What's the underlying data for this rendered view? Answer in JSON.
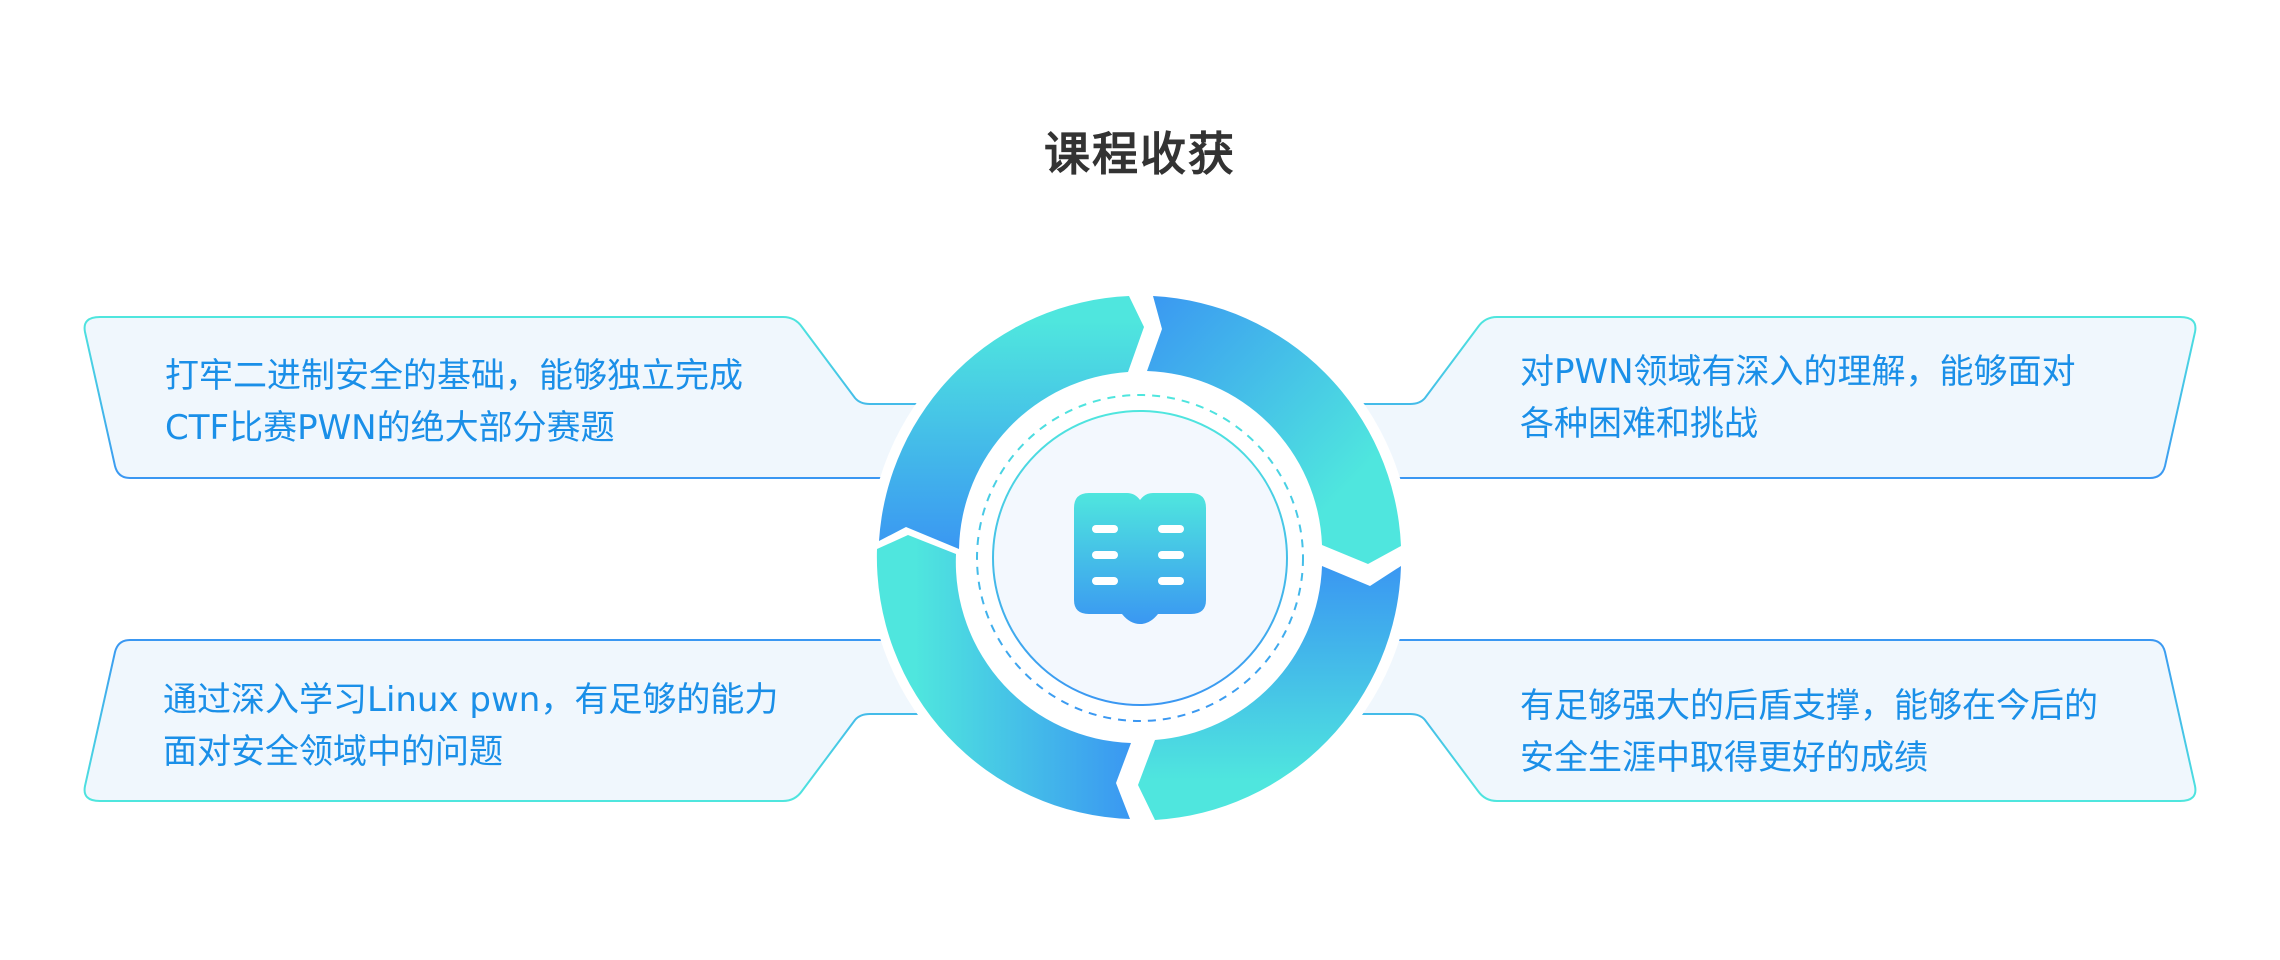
{
  "title": "课程收获",
  "center_icon": "open-book-icon",
  "colors": {
    "cyan": "#4fe6de",
    "blue": "#3a97f2",
    "text": "#1a8fe8",
    "title": "#333333",
    "card_fill": "#f0f7fd"
  },
  "cards": [
    {
      "position": "top-left",
      "lines": [
        "打牢二进制安全的基础，能够独立完成",
        "CTF比赛PWN的绝大部分赛题"
      ]
    },
    {
      "position": "top-right",
      "lines": [
        "对PWN领域有深入的理解，能够面对",
        "各种困难和挑战"
      ]
    },
    {
      "position": "bottom-left",
      "lines": [
        "通过深入学习Linux pwn，有足够的能力",
        "面对安全领域中的问题"
      ]
    },
    {
      "position": "bottom-right",
      "lines": [
        "有足够强大的后盾支撑，能够在今后的",
        "安全生涯中取得更好的成绩"
      ]
    }
  ]
}
